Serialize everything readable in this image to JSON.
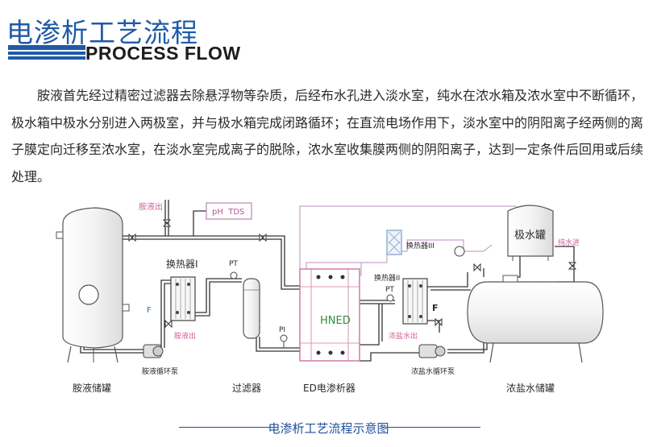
{
  "title": {
    "cn": "电渗析工艺流程",
    "en": "PROCESS FLOW"
  },
  "description": "胺液首先经过精密过滤器去除悬浮物等杂质，后经布水孔进入淡水室，纯水在浓水箱及浓水室中不断循环，极水箱中极水分别进入两极室，并与极水箱完成闭路循环；在直流电场作用下，淡水室中的阴阳离子经两侧的离子膜定向迁移至浓水室，在淡水室完成离子的脱除，浓水室收集膜两侧的阴阳离子，达到一定条件后回用或后续处理。",
  "diagram": {
    "labels": {
      "amine_out": "胺液出",
      "ph_tds": "pH  TDS",
      "heat_exchanger_1": "换热器Ⅰ",
      "pt_1": "PT",
      "f_1": "F",
      "amine_out_2": "胺液出",
      "amine_pump": "胺液循环泵",
      "amine_tank": "胺液储罐",
      "filter": "过滤器",
      "pi": "PI",
      "hned": "HNED",
      "ed_device": "ED电渗析器",
      "heat_exchanger_3": "换热器III",
      "electrode_tank": "极水罐",
      "pure_water_in": "纯水进",
      "heat_exchanger_2": "换热器II",
      "pt_2": "PT",
      "f_2": "F",
      "brine_out": "浓盐水出",
      "brine_pump": "浓盐水循环泵",
      "brine_tank": "浓盐水储罐"
    }
  },
  "caption": "电渗析工艺流程示意图",
  "colors": {
    "accent": "#1f5aa6",
    "pipe": "#333333",
    "electrode_loop": "#c9a4c9",
    "hned_border": "#d07aa8",
    "hned_text": "#2f8f3a"
  }
}
